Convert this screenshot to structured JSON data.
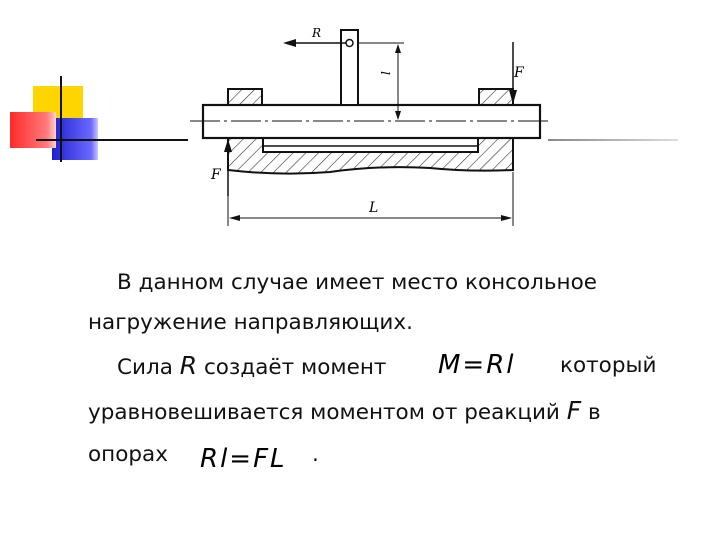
{
  "diagram": {
    "label_R": "R",
    "label_F_top": "F",
    "label_F_bottom": "F",
    "label_l": "l",
    "label_L": "L"
  },
  "text": {
    "line1": "В данном случае имеет место консольное",
    "line2": "нагружение направляющих.",
    "line3_a": "Сила ",
    "line3_R": "R",
    "line3_b": " создаёт момент",
    "line3_c": "который",
    "line4_a": "уравновешивается моментом от реакций ",
    "line4_F": "F",
    "line4_b": "  в",
    "line5_a": "опорах",
    "line5_end": "."
  },
  "formulas": {
    "moment": "M=Rl",
    "balance": "Rl=FL"
  },
  "colors": {
    "yellow": "#ffd500",
    "red": "#ff3b3b",
    "blue": "#2a2ad6",
    "line": "#111111",
    "hatch": "#333333"
  }
}
